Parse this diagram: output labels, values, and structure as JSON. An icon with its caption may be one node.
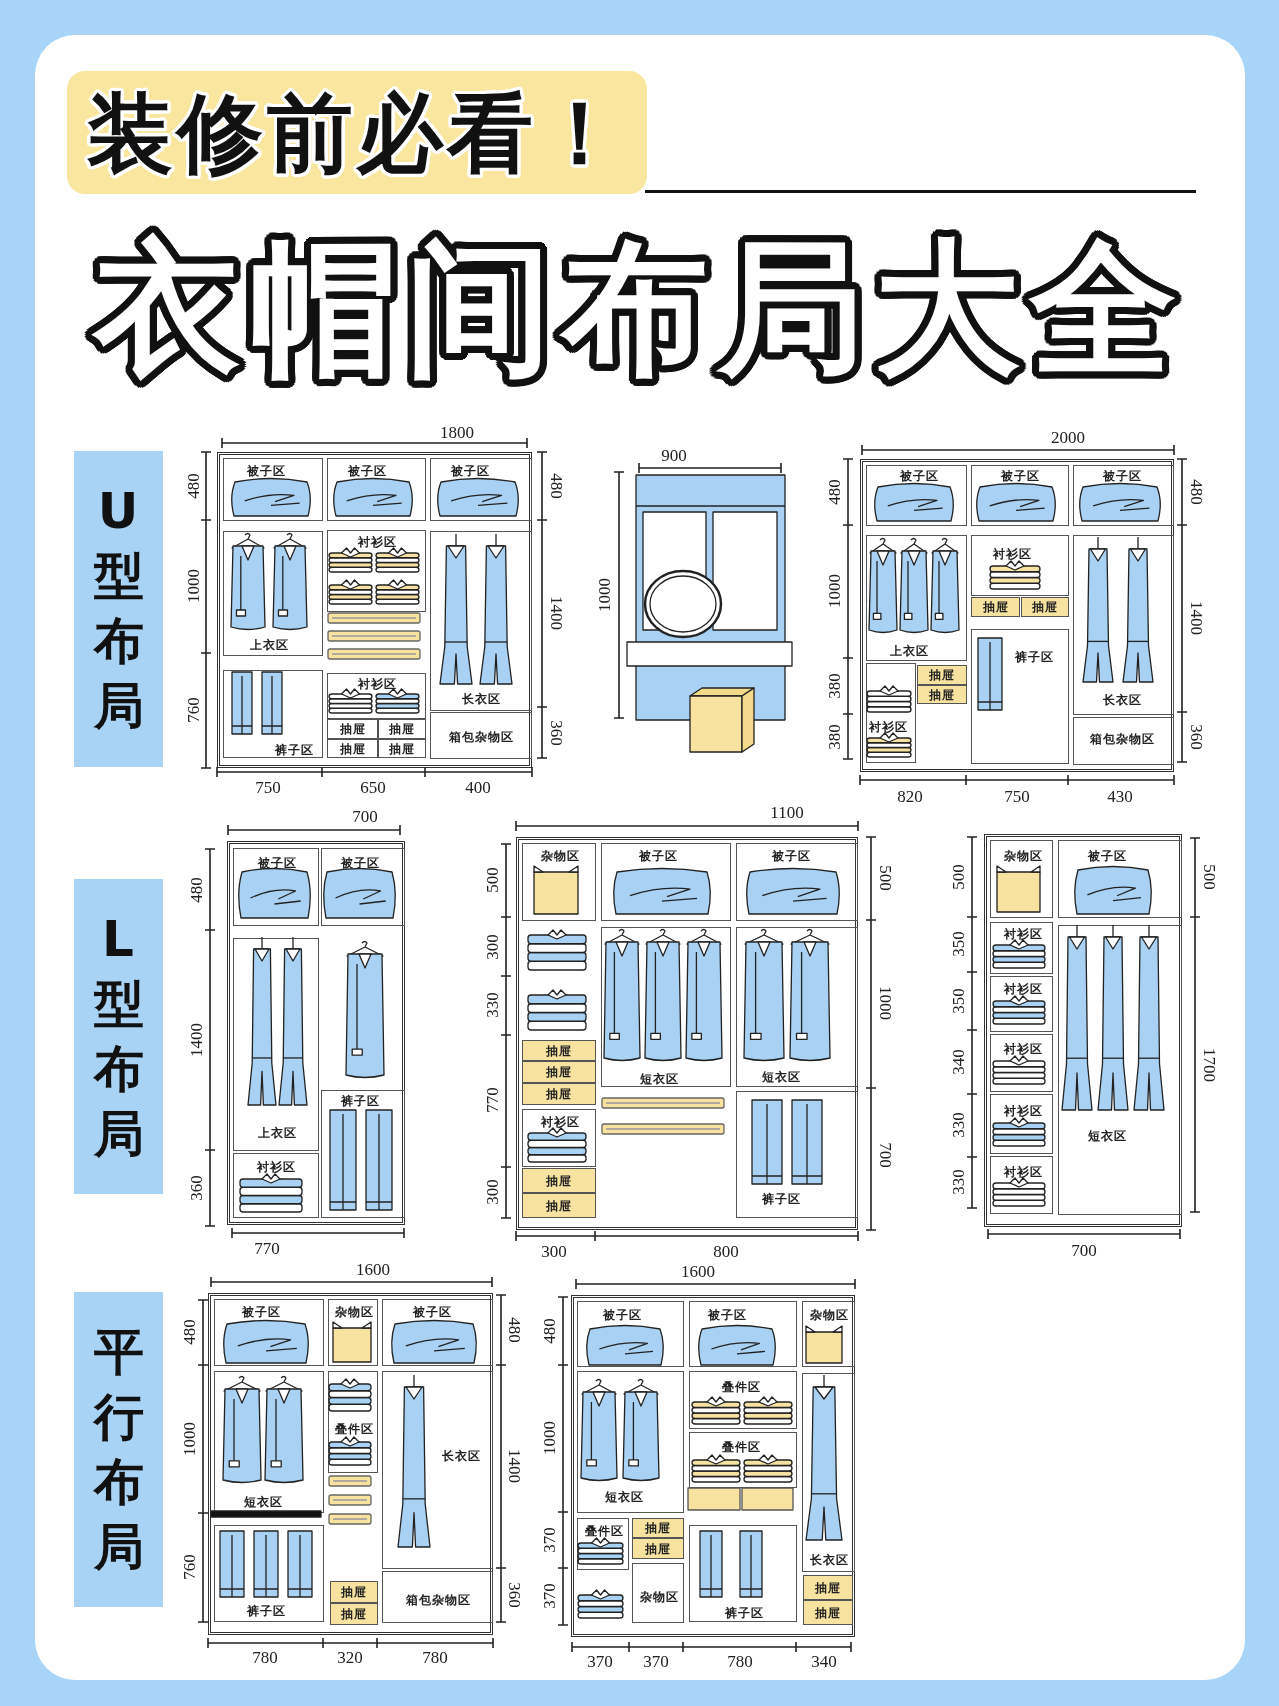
{
  "diagram": {
    "title": "衣帽间布局大全",
    "nodes": [
      {
        "text": [
          "装修前必看！"
        ]
      },
      {
        "text": [
          "U 型布局"
        ]
      },
      {
        "text": [],
        "shape": "box"
      },
      {
        "text": [
          "被子区"
        ],
        "in": 2
      },
      {
        "text": [
          "被子区"
        ],
        "in": 2
      },
      {
        "text": [
          "被子区"
        ],
        "in": 2
      },
      {
        "text": [
          "上衣区"
        ],
        "in": 2
      },
      {
        "text": [
          "裤子区"
        ],
        "in": 2
      },
      {
        "text": [
          "衬衫区"
        ],
        "in": 2
      },
      {
        "text": [
          "衬衫区"
        ],
        "in": 2
      },
      {
        "text": [
          "抽屉"
        ],
        "in": 2
      },
      {
        "text": [
          "抽屉"
        ],
        "in": 2
      },
      {
        "text": [
          "抽屉"
        ],
        "in": 2
      },
      {
        "text": [
          "抽屉"
        ],
        "in": 2
      },
      {
        "text": [
          "长衣区"
        ],
        "in": 2
      },
      {
        "text": [
          "箱包杂物区"
        ],
        "in": 2
      },
      {
        "text": [],
        "shape": "box"
      },
      {
        "text": [
          "被子区"
        ],
        "in": 16
      },
      {
        "text": [
          "被子区"
        ],
        "in": 16
      },
      {
        "text": [
          "被子区"
        ],
        "in": 16
      },
      {
        "text": [
          "上衣区"
        ],
        "in": 16
      },
      {
        "text": [
          "衬衫区"
        ],
        "in": 16
      },
      {
        "text": [
          "抽屉"
        ],
        "in": 16
      },
      {
        "text": [
          "抽屉"
        ],
        "in": 16
      },
      {
        "text": [
          "衬衫区"
        ],
        "in": 16
      },
      {
        "text": [
          "抽屉"
        ],
        "in": 16
      },
      {
        "text": [
          "抽屉"
        ],
        "in": 16
      },
      {
        "text": [
          "裤子区"
        ],
        "in": 16
      },
      {
        "text": [
          "长衣区"
        ],
        "in": 16
      },
      {
        "text": [
          "箱包杂物区"
        ],
        "in": 16
      },
      {
        "text": [
          "L 型布局"
        ]
      },
      {
        "text": [],
        "shape": "box"
      },
      {
        "text": [
          "被子区"
        ],
        "in": 31
      },
      {
        "text": [
          "被子区"
        ],
        "in": 31
      },
      {
        "text": [
          "上衣区"
        ],
        "in": 31
      },
      {
        "text": [
          "衬衫区"
        ],
        "in": 31
      },
      {
        "text": [
          "裤子区"
        ],
        "in": 31
      },
      {
        "text": [],
        "shape": "box"
      },
      {
        "text": [
          "杂物区"
        ],
        "in": 37
      },
      {
        "text": [
          "被子区"
        ],
        "in": 37
      },
      {
        "text": [
          "被子区"
        ],
        "in": 37
      },
      {
        "text": [
          "抽屉"
        ],
        "in": 37
      },
      {
        "text": [
          "抽屉"
        ],
        "in": 37
      },
      {
        "text": [
          "抽屉"
        ],
        "in": 37
      },
      {
        "text": [
          "衬衫区"
        ],
        "in": 37
      },
      {
        "text": [
          "抽屉"
        ],
        "in": 37
      },
      {
        "text": [
          "抽屉"
        ],
        "in": 37
      },
      {
        "text": [
          "短衣区"
        ],
        "in": 37
      },
      {
        "text": [
          "短衣区"
        ],
        "in": 37
      },
      {
        "text": [
          "裤子区"
        ],
        "in": 37
      },
      {
        "text": [],
        "shape": "box"
      },
      {
        "text": [
          "杂物区"
        ],
        "in": 50
      },
      {
        "text": [
          "被子区"
        ],
        "in": 50
      },
      {
        "text": [
          "衬衫区"
        ],
        "in": 50
      },
      {
        "text": [
          "衬衫区"
        ],
        "in": 50
      },
      {
        "text": [
          "衬衫区"
        ],
        "in": 50
      },
      {
        "text": [
          "衬衫区"
        ],
        "in": 50
      },
      {
        "text": [
          "衬衫区"
        ],
        "in": 50
      },
      {
        "text": [
          "短衣区"
        ],
        "in": 50
      },
      {
        "text": [
          "平行布局"
        ]
      },
      {
        "text": [],
        "shape": "box"
      },
      {
        "text": [
          "被子区"
        ],
        "in": 60
      },
      {
        "text": [
          "杂物区"
        ],
        "in": 60
      },
      {
        "text": [
          "被子区"
        ],
        "in": 60
      },
      {
        "text": [
          "短衣区"
        ],
        "in": 60
      },
      {
        "text": [
          "叠件区"
        ],
        "in": 60
      },
      {
        "text": [
          "长衣区"
        ],
        "in": 60
      },
      {
        "text": [
          "裤子区"
        ],
        "in": 60
      },
      {
        "text": [
          "抽屉"
        ],
        "in": 60
      },
      {
        "text": [
          "抽屉"
        ],
        "in": 60
      },
      {
        "text": [
          "箱包杂物区"
        ],
        "in": 60
      },
      {
        "text": [],
        "shape": "box"
      },
      {
        "text": [
          "被子区"
        ],
        "in": 71
      },
      {
        "text": [
          "被子区"
        ],
        "in": 71
      },
      {
        "text": [
          "杂物区"
        ],
        "in": 71
      },
      {
        "text": [
          "短衣区"
        ],
        "in": 71
      },
      {
        "text": [
          "叠件区"
        ],
        "in": 71
      },
      {
        "text": [
          "叠件区"
        ],
        "in": 71
      },
      {
        "text": [
          "叠件区"
        ],
        "in": 71
      },
      {
        "text": [
          "抽屉"
        ],
        "in": 71
      },
      {
        "text": [
          "抽屉"
        ],
        "in": 71
      },
      {
        "text": [
          "杂物区"
        ],
        "in": 71
      },
      {
        "text": [
          "裤子区"
        ],
        "in": 71
      },
      {
        "text": [
          "长衣区"
        ],
        "in": 71
      },
      {
        "text": [
          "抽屉"
        ],
        "in": 71
      },
      {
        "text": [
          "抽屉"
        ],
        "in": 71
      }
    ],
    "labels": [
      "1800",
      "480",
      "1000",
      "760",
      "480",
      "1400",
      "360",
      "750",
      "650",
      "400",
      "900",
      "1000",
      "2000",
      "480",
      "1000",
      "380",
      "380",
      "480",
      "1400",
      "360",
      "820",
      "750",
      "430",
      "700",
      "480",
      "1400",
      "360",
      "770",
      "1100",
      "500",
      "300",
      "330",
      "770",
      "300",
      "500",
      "1000",
      "700",
      "300",
      "800",
      "500",
      "350",
      "350",
      "340",
      "330",
      "330",
      "500",
      "1700",
      "700",
      "1600",
      "480",
      "1000",
      "760",
      "480",
      "1400",
      "360",
      "780",
      "320",
      "780",
      "1600",
      "480",
      "1000",
      "370",
      "370",
      "370",
      "370",
      "780",
      "340"
    ]
  }
}
